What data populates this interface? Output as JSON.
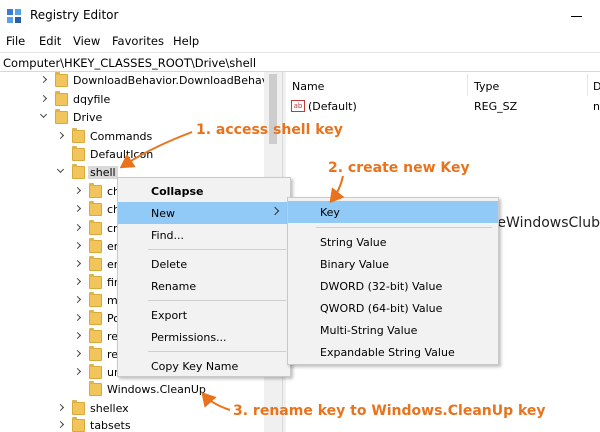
{
  "window": {
    "title": "Registry Editor"
  },
  "menu": [
    "File",
    "Edit",
    "View",
    "Favorites",
    "Help"
  ],
  "address": "Computer\\HKEY_CLASSES_ROOT\\Drive\\shell",
  "tree": {
    "items": [
      {
        "label": "DownloadBehavior.DownloadBehav",
        "chevron": "right"
      },
      {
        "label": "dqyfile",
        "chevron": "right"
      },
      {
        "label": "Drive",
        "chevron": "down"
      },
      {
        "label": "Commands",
        "chevron": "right"
      },
      {
        "label": "DefaultIcon",
        "chevron": "none"
      },
      {
        "label": "shell",
        "chevron": "down"
      },
      {
        "label": "ch",
        "chevron": "right"
      },
      {
        "label": "ch",
        "chevron": "right"
      },
      {
        "label": "cr",
        "chevron": "right"
      },
      {
        "label": "en",
        "chevron": "right"
      },
      {
        "label": "en",
        "chevron": "right"
      },
      {
        "label": "fir",
        "chevron": "right"
      },
      {
        "label": "m",
        "chevron": "right"
      },
      {
        "label": "Po",
        "chevron": "right"
      },
      {
        "label": "re",
        "chevron": "right"
      },
      {
        "label": "re",
        "chevron": "right"
      },
      {
        "label": "ur",
        "chevron": "right"
      },
      {
        "label": "Windows.CleanUp",
        "chevron": "none"
      },
      {
        "label": "shellex",
        "chevron": "right"
      },
      {
        "label": "tabsets",
        "chevron": "right"
      }
    ]
  },
  "list": {
    "headers": {
      "name": "Name",
      "type": "Type",
      "data": "D"
    },
    "rows": [
      {
        "name": "(Default)",
        "type": "REG_SZ",
        "data": "n",
        "icon": "ab"
      }
    ]
  },
  "context_menu": {
    "collapse": "Collapse",
    "new": "New",
    "find": "Find...",
    "delete": "Delete",
    "rename": "Rename",
    "export": "Export",
    "permissions": "Permissions...",
    "copy_key_name": "Copy Key Name"
  },
  "submenu": {
    "key": "Key",
    "string": "String Value",
    "binary": "Binary Value",
    "dword": "DWORD (32-bit) Value",
    "qword": "QWORD (64-bit) Value",
    "multi": "Multi-String Value",
    "expandable": "Expandable String Value"
  },
  "watermark": "TheWindowsClub",
  "annotations": {
    "step1": "1. access shell key",
    "step2": "2. create new Key",
    "step3": "3. rename key to Windows.CleanUp key"
  },
  "colors": {
    "annotation": "#e8731c",
    "highlight": "#91c9f7",
    "folder": "#f2c55c"
  }
}
